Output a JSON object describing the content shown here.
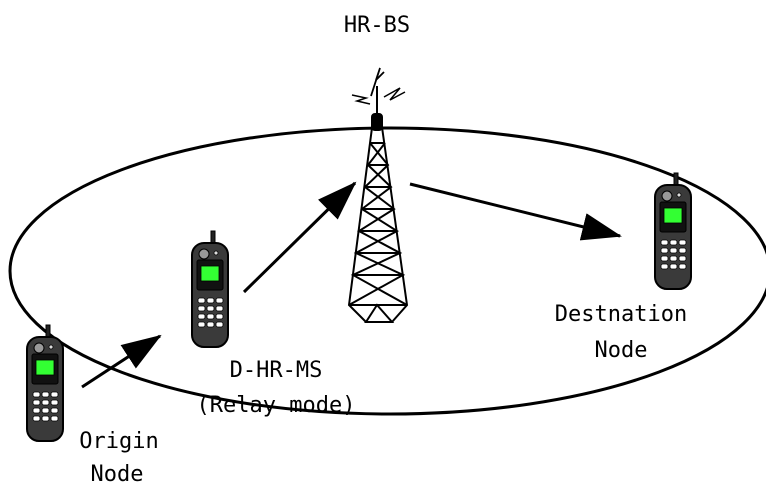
{
  "labels": {
    "tower": "HR-BS",
    "destination_line1": "Destnation",
    "destination_line2": "Node",
    "relay_line1": "D-HR-MS",
    "relay_line2": "(Relay mode)",
    "origin_line1": "Origin",
    "origin_line2": "Node"
  },
  "colors": {
    "phone_body": "#3a3a3a",
    "phone_screen": "#33ff33",
    "keypad_key": "#ffffff",
    "stroke": "#000000"
  }
}
